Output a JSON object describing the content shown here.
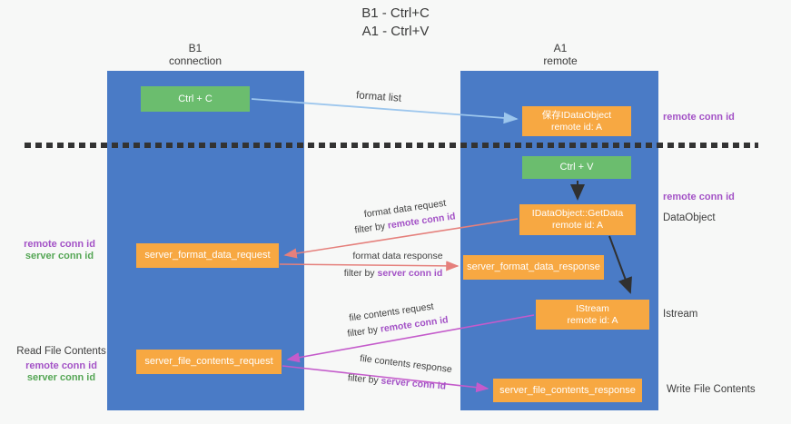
{
  "title": {
    "line1": "B1 - Ctrl+C",
    "line2": "A1 - Ctrl+V"
  },
  "columns": {
    "left": {
      "name": "B1",
      "role": "connection"
    },
    "right": {
      "name": "A1",
      "role": "remote"
    }
  },
  "nodes": {
    "ctrl_c": "Ctrl + C",
    "save_idataobject": {
      "line1": "保存IDataObject",
      "line2": "remote id: A"
    },
    "ctrl_v": "Ctrl + V",
    "getdata": {
      "line1": "IDataObject::GetData",
      "line2": "remote id: A"
    },
    "format_request": "server_format_data_request",
    "format_response": "server_format_data_response",
    "istream": {
      "line1": "IStream",
      "line2": "remote id: A"
    },
    "file_request": "server_file_contents_request",
    "file_response": "server_file_contents_response"
  },
  "side_labels": {
    "right_remote_conn_id_1": "remote conn id",
    "right_remote_conn_id_2": "remote conn id",
    "dataobject": "DataObject",
    "istream": "Istream",
    "write_file_contents": "Write File Contents",
    "left_remote_conn_id_1": "remote conn id",
    "left_server_conn_id_1": "server conn id",
    "read_file_contents": "Read File Contents",
    "left_remote_conn_id_2": "remote conn id",
    "left_server_conn_id_2": "server conn id"
  },
  "arrow_labels": {
    "format_list": "format list",
    "format_data_request": "format data request",
    "format_data_response": "format data response",
    "file_contents_request": "file contents request",
    "file_contents_response": "file contents response",
    "filter_by": "filter by",
    "remote_conn_id": "remote conn id",
    "server_conn_id": "server conn id"
  },
  "colors": {
    "lifeline_blue": "#4a7bc6",
    "node_green": "#6bbd6e",
    "node_orange": "#f7a842",
    "arrow_blue": "#9cc6ed",
    "arrow_black": "#303030",
    "arrow_salmon": "#e5807c",
    "arrow_magenta": "#c45bcb",
    "text_purple": "#a352c6",
    "text_green": "#55a655"
  }
}
